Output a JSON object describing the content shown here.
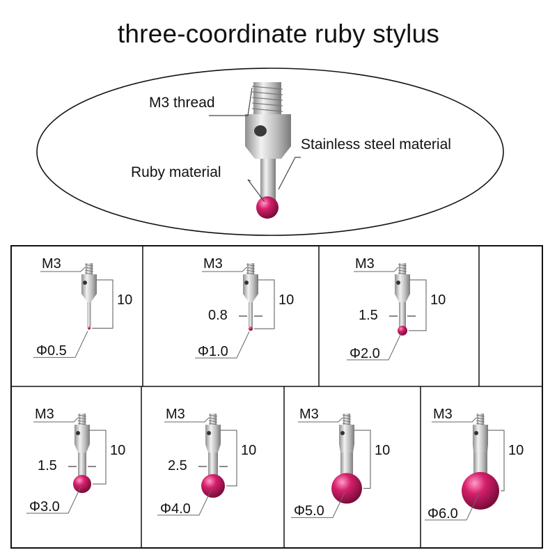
{
  "title": "three-coordinate ruby stylus",
  "overview": {
    "thread_label": "M3 thread",
    "shaft_label": "Stainless steel material",
    "tip_label": "Ruby material"
  },
  "variants": [
    {
      "thread": "M3",
      "length": "10",
      "tip": "Φ0.5",
      "stem": ""
    },
    {
      "thread": "M3",
      "length": "10",
      "tip": "Φ1.0",
      "stem": "0.8"
    },
    {
      "thread": "M3",
      "length": "10",
      "tip": "Φ2.0",
      "stem": "1.5"
    },
    {
      "thread": "M3",
      "length": "10",
      "tip": "Φ3.0",
      "stem": "1.5"
    },
    {
      "thread": "M3",
      "length": "10",
      "tip": "Φ4.0",
      "stem": "2.5"
    },
    {
      "thread": "M3",
      "length": "10",
      "tip": "Φ5.0",
      "stem": ""
    },
    {
      "thread": "M3",
      "length": "10",
      "tip": "Φ6.0",
      "stem": ""
    }
  ],
  "colors": {
    "ruby": "#c8185f",
    "steel": "#c9c9c9",
    "line": "#111111"
  }
}
